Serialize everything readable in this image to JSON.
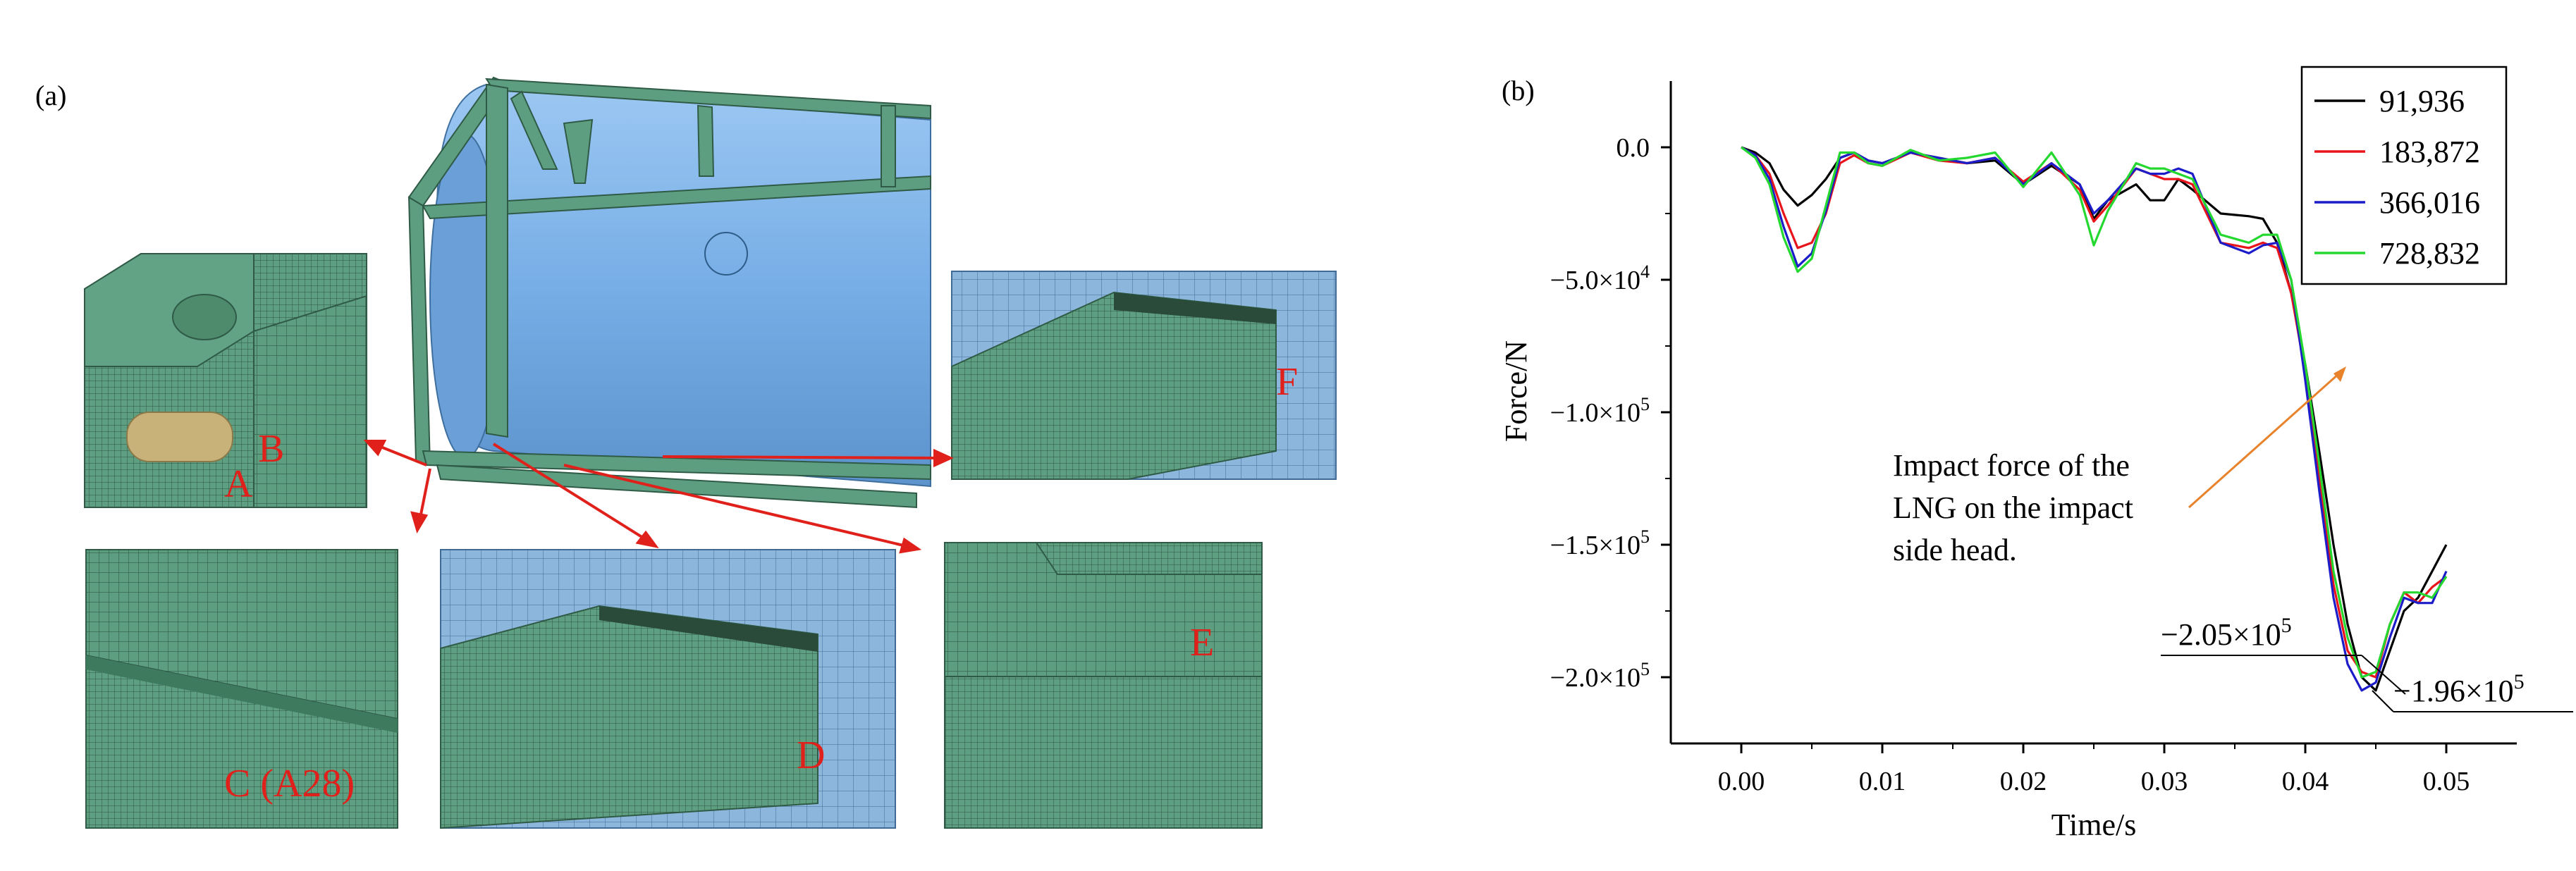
{
  "panel_a": {
    "label": "(a)",
    "detail_labels": {
      "a": "A",
      "b": "B",
      "c": "C (A28)",
      "d": "D",
      "e": "E",
      "f": "F"
    },
    "colors": {
      "frame_green": "#5e9e80",
      "tank_blue": "#7eb1e6",
      "mesh_blue": "#8db6dc",
      "pad_tan": "#c9b27a",
      "arrow_red": "#e0201a"
    }
  },
  "panel_b": {
    "label": "(b)",
    "annotation": {
      "lines": [
        "Impact force of the",
        "LNG on the impact",
        "side head."
      ],
      "arrow_color": "#e8822b"
    },
    "peak_labels": {
      "left": {
        "base": "−2.05×10",
        "exp": "5"
      },
      "right": {
        "base": "−1.96×10",
        "exp": "5"
      }
    }
  },
  "chart_data": {
    "type": "line",
    "xlabel": "Time/s",
    "ylabel": "Force/N",
    "xlim": [
      -0.005,
      0.055
    ],
    "ylim": [
      -225000,
      25000
    ],
    "x_ticks": [
      0.0,
      0.01,
      0.02,
      0.03,
      0.04,
      0.05
    ],
    "x_tick_labels": [
      "0.00",
      "0.01",
      "0.02",
      "0.03",
      "0.04",
      "0.05"
    ],
    "y_ticks": [
      {
        "value": 0,
        "base": "0.0",
        "exp": ""
      },
      {
        "value": -50000,
        "base": "−5.0×10",
        "exp": "4"
      },
      {
        "value": -100000,
        "base": "−1.0×10",
        "exp": "5"
      },
      {
        "value": -150000,
        "base": "−1.5×10",
        "exp": "5"
      },
      {
        "value": -200000,
        "base": "−2.0×10",
        "exp": "5"
      }
    ],
    "legend_position": "top-right",
    "series": [
      {
        "name": "91,936",
        "color": "#000000",
        "x": [
          0,
          0.001,
          0.002,
          0.003,
          0.004,
          0.005,
          0.006,
          0.007,
          0.008,
          0.009,
          0.01,
          0.012,
          0.014,
          0.016,
          0.018,
          0.02,
          0.022,
          0.024,
          0.025,
          0.026,
          0.028,
          0.029,
          0.03,
          0.031,
          0.032,
          0.034,
          0.036,
          0.037,
          0.038,
          0.039,
          0.04,
          0.041,
          0.042,
          0.043,
          0.044,
          0.045,
          0.046,
          0.047,
          0.048,
          0.049,
          0.05
        ],
        "y": [
          0,
          -2000,
          -6000,
          -16000,
          -22000,
          -18000,
          -12000,
          -4000,
          -2000,
          -5000,
          -6000,
          -2000,
          -4000,
          -6000,
          -5000,
          -14000,
          -7000,
          -14000,
          -27000,
          -20000,
          -14000,
          -20000,
          -20000,
          -12000,
          -16000,
          -25000,
          -26000,
          -27000,
          -36000,
          -55000,
          -82000,
          -115000,
          -150000,
          -180000,
          -200000,
          -205000,
          -190000,
          -175000,
          -170000,
          -160000,
          -150000
        ]
      },
      {
        "name": "183,872",
        "color": "#e8141b",
        "x": [
          0,
          0.001,
          0.002,
          0.003,
          0.004,
          0.005,
          0.006,
          0.007,
          0.008,
          0.009,
          0.01,
          0.012,
          0.014,
          0.016,
          0.018,
          0.02,
          0.022,
          0.024,
          0.025,
          0.026,
          0.028,
          0.029,
          0.03,
          0.031,
          0.032,
          0.034,
          0.036,
          0.037,
          0.038,
          0.039,
          0.04,
          0.041,
          0.042,
          0.043,
          0.044,
          0.045,
          0.046,
          0.047,
          0.048,
          0.049,
          0.05
        ],
        "y": [
          0,
          -3000,
          -10000,
          -25000,
          -38000,
          -36000,
          -25000,
          -6000,
          -3000,
          -6000,
          -7000,
          -2000,
          -5000,
          -6000,
          -4000,
          -13000,
          -6000,
          -16000,
          -28000,
          -22000,
          -8000,
          -10000,
          -12000,
          -12000,
          -14000,
          -36000,
          -38000,
          -36000,
          -38000,
          -55000,
          -85000,
          -125000,
          -165000,
          -190000,
          -198000,
          -200000,
          -180000,
          -168000,
          -172000,
          -166000,
          -162000
        ]
      },
      {
        "name": "366,016",
        "color": "#1c1cc8",
        "x": [
          0,
          0.001,
          0.002,
          0.003,
          0.004,
          0.005,
          0.006,
          0.007,
          0.008,
          0.009,
          0.01,
          0.012,
          0.014,
          0.016,
          0.018,
          0.02,
          0.022,
          0.024,
          0.025,
          0.026,
          0.028,
          0.029,
          0.03,
          0.031,
          0.032,
          0.034,
          0.036,
          0.037,
          0.038,
          0.039,
          0.04,
          0.041,
          0.042,
          0.043,
          0.044,
          0.045,
          0.046,
          0.047,
          0.048,
          0.049,
          0.05
        ],
        "y": [
          0,
          -3000,
          -12000,
          -30000,
          -45000,
          -40000,
          -24000,
          -4000,
          -2000,
          -5000,
          -6000,
          -2000,
          -4000,
          -6000,
          -4000,
          -14000,
          -6000,
          -14000,
          -25000,
          -20000,
          -8000,
          -10000,
          -10000,
          -8000,
          -10000,
          -36000,
          -40000,
          -37000,
          -36000,
          -50000,
          -88000,
          -130000,
          -170000,
          -195000,
          -205000,
          -202000,
          -185000,
          -170000,
          -172000,
          -172000,
          -160000
        ]
      },
      {
        "name": "728,832",
        "color": "#24d830",
        "x": [
          0,
          0.001,
          0.002,
          0.003,
          0.004,
          0.005,
          0.006,
          0.007,
          0.008,
          0.009,
          0.01,
          0.012,
          0.014,
          0.016,
          0.018,
          0.02,
          0.022,
          0.024,
          0.025,
          0.026,
          0.028,
          0.029,
          0.03,
          0.031,
          0.032,
          0.034,
          0.036,
          0.037,
          0.038,
          0.039,
          0.04,
          0.041,
          0.042,
          0.043,
          0.044,
          0.045,
          0.046,
          0.047,
          0.048,
          0.049,
          0.05
        ],
        "y": [
          0,
          -4000,
          -14000,
          -34000,
          -47000,
          -42000,
          -22000,
          -2000,
          -2000,
          -6000,
          -7000,
          -1000,
          -5000,
          -4000,
          -2000,
          -15000,
          -2000,
          -18000,
          -37000,
          -24000,
          -6000,
          -8000,
          -8000,
          -10000,
          -12000,
          -33000,
          -36000,
          -33000,
          -33000,
          -50000,
          -82000,
          -120000,
          -160000,
          -185000,
          -200000,
          -198000,
          -180000,
          -168000,
          -168000,
          -170000,
          -162000
        ]
      }
    ]
  }
}
